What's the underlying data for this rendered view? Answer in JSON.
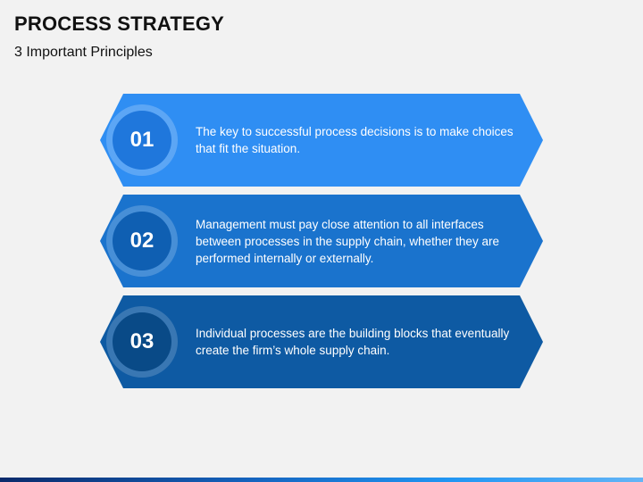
{
  "slide": {
    "title": "PROCESS STRATEGY",
    "subtitle": "3 Important Principles"
  },
  "items": [
    {
      "number": "01",
      "text": "The key to successful process decisions is to make choices that fit the situation.",
      "color": "#2f8ef3",
      "circle_color": "#1f77dc"
    },
    {
      "number": "02",
      "text": "Management must pay close attention to all interfaces between processes in the supply chain, whether they are performed internally or externally.",
      "color": "#1a73cd",
      "circle_color": "#0f5fb2"
    },
    {
      "number": "03",
      "text": "Individual processes are the building blocks that eventually create the firm’s whole supply chain.",
      "color": "#0e5aa3",
      "circle_color": "#094a87"
    }
  ]
}
